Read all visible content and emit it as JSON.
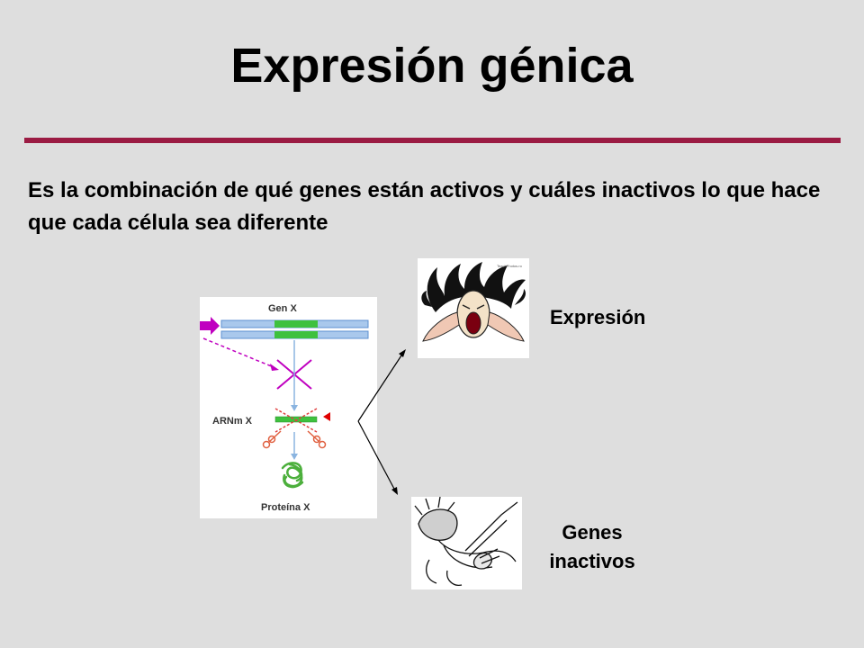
{
  "slide": {
    "title": "Expresión génica",
    "body": "Es la combinación de qué genes están activos y cuáles inactivos lo que hace que cada célula sea diferente",
    "diagram": {
      "gene_label": "Gen X",
      "mrna_label": "ARNm X",
      "protein_label": "Proteína X"
    },
    "labels": {
      "active": "Expresión",
      "inactive": "Genes inactivos"
    },
    "images": {
      "active_signature": "TeachPhotos.ro"
    },
    "colors": {
      "accent_rule": "#9b1b43",
      "gene_dna": "#a9c8ec",
      "gene_segment": "#3ec13e",
      "silencing_arrow": "#c000c0",
      "cut_marks": "#e04040"
    }
  }
}
